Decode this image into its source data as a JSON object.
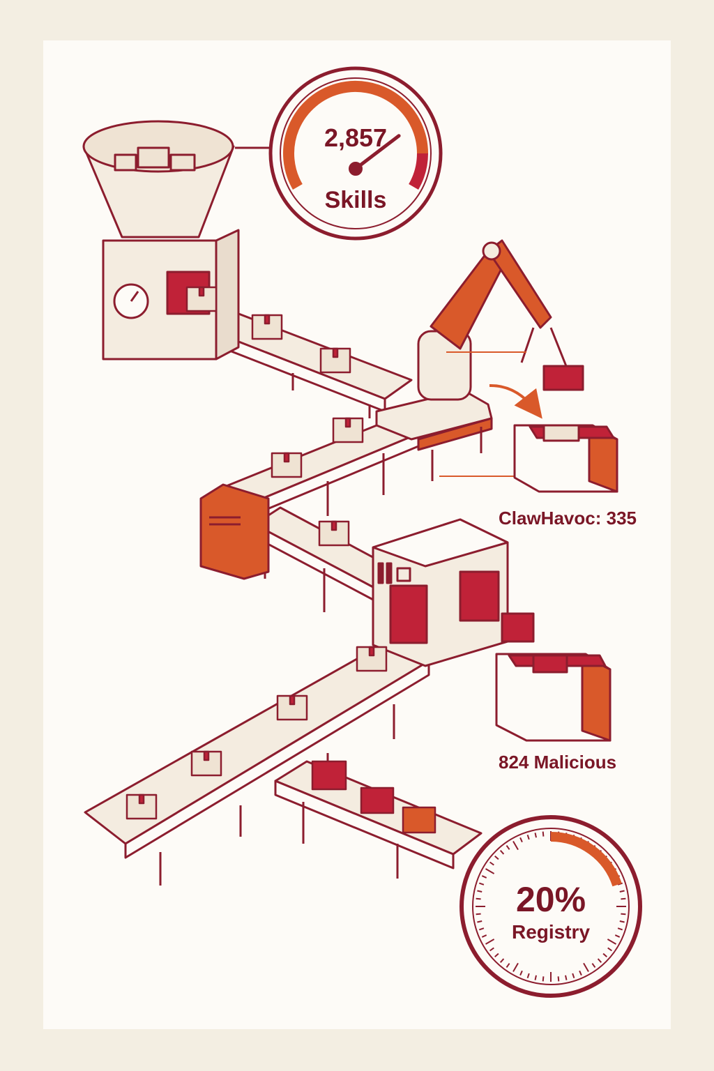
{
  "colors": {
    "paper": "#f3eee2",
    "panel": "#fdfbf7",
    "line": "#8c1d2e",
    "orange": "#d9592a",
    "crimson": "#c02238",
    "cream": "#f4ece0",
    "box": "#efe3d3",
    "text": "#7a1626"
  },
  "icons": {
    "hopper": "funnel-hopper-icon",
    "robot": "robotic-arm-icon",
    "scanner": "scanner-machine-icon",
    "gauge": "dial-gauge-icon",
    "timer": "timer-dial-icon"
  },
  "stats": {
    "skills": {
      "value": "2,857",
      "label": "Skills",
      "gauge_level": 0.72
    },
    "clawhavoc": {
      "label": "ClawHavoc: 335"
    },
    "malicious": {
      "label": "824 Malicious"
    },
    "registry": {
      "value": "20%",
      "label": "Registry",
      "fraction": 0.2
    }
  }
}
